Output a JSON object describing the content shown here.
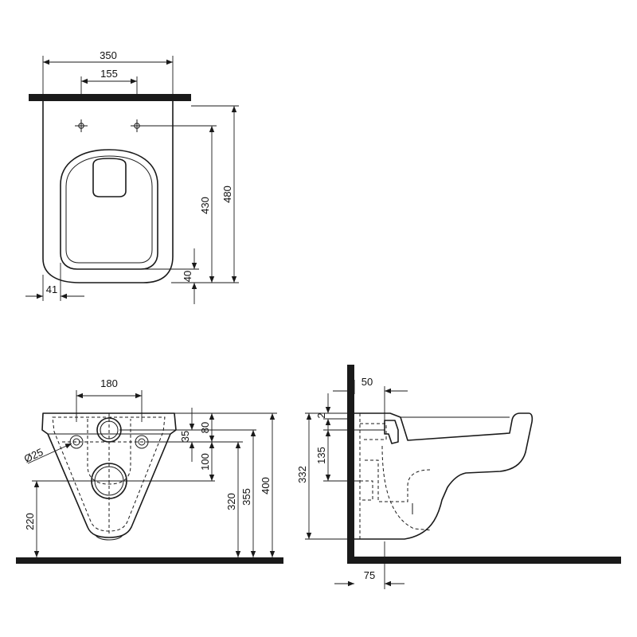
{
  "colors": {
    "line": "#1a1a1a",
    "background": "#ffffff"
  },
  "top_view": {
    "width": "350",
    "hole_spacing": "155",
    "length": "480",
    "seat_length": "430",
    "front_offset": "40",
    "side_offset": "41"
  },
  "front_view": {
    "fixing_spacing": "180",
    "bolt_diameter": "Ø25",
    "top_to_fixing": "80",
    "fixing_offset": "35",
    "fixing_to_outlet": "100",
    "outlet_height": "220",
    "fixing_height": "320",
    "inlet_height": "355",
    "rim_height": "400"
  },
  "side_view": {
    "wall_gap": "50",
    "top_step": "2",
    "inlet_depth": "135",
    "body_height": "332",
    "outlet_depth": "75"
  }
}
